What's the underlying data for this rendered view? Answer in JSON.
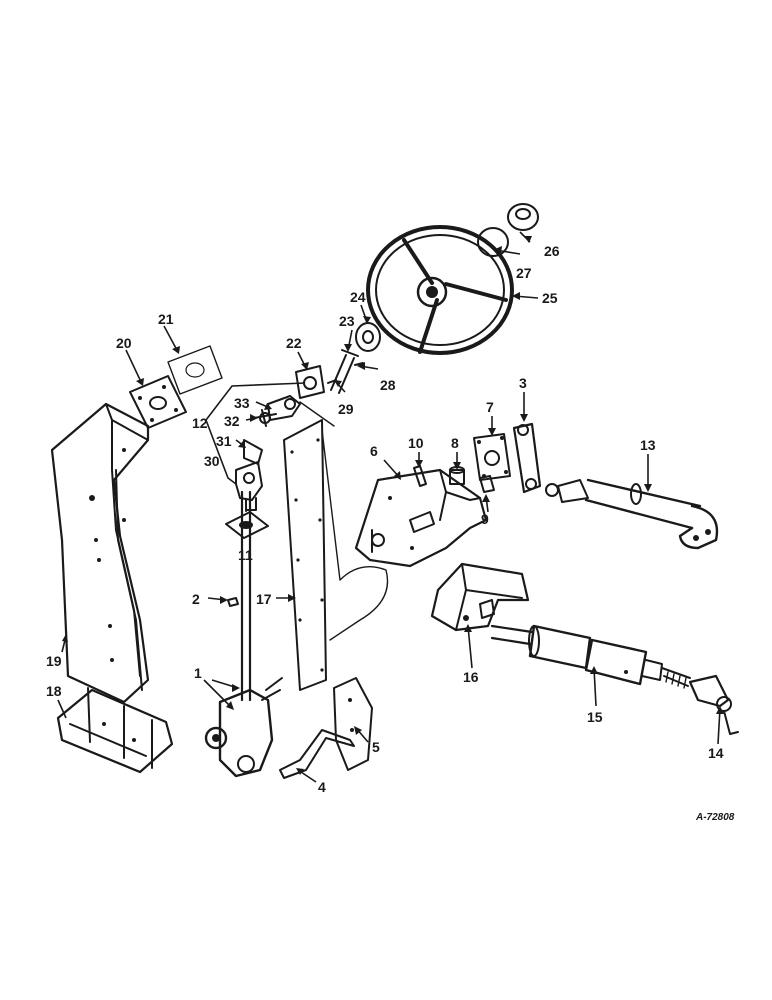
{
  "reference_code": "A-72808",
  "callouts": {
    "c1": "1",
    "c2": "2",
    "c3": "3",
    "c4": "4",
    "c5": "5",
    "c6": "6",
    "c7": "7",
    "c8": "8",
    "c9": "9",
    "c10": "10",
    "c11": "11",
    "c12": "12",
    "c13": "13",
    "c14": "14",
    "c15": "15",
    "c16": "16",
    "c17": "17",
    "c18": "18",
    "c19": "19",
    "c20": "20",
    "c21": "21",
    "c22": "22",
    "c23": "23",
    "c24": "24",
    "c25": "25",
    "c26": "26",
    "c27": "27",
    "c28": "28",
    "c29": "29",
    "c30": "30",
    "c31": "31",
    "c32": "32",
    "c33": "33"
  }
}
